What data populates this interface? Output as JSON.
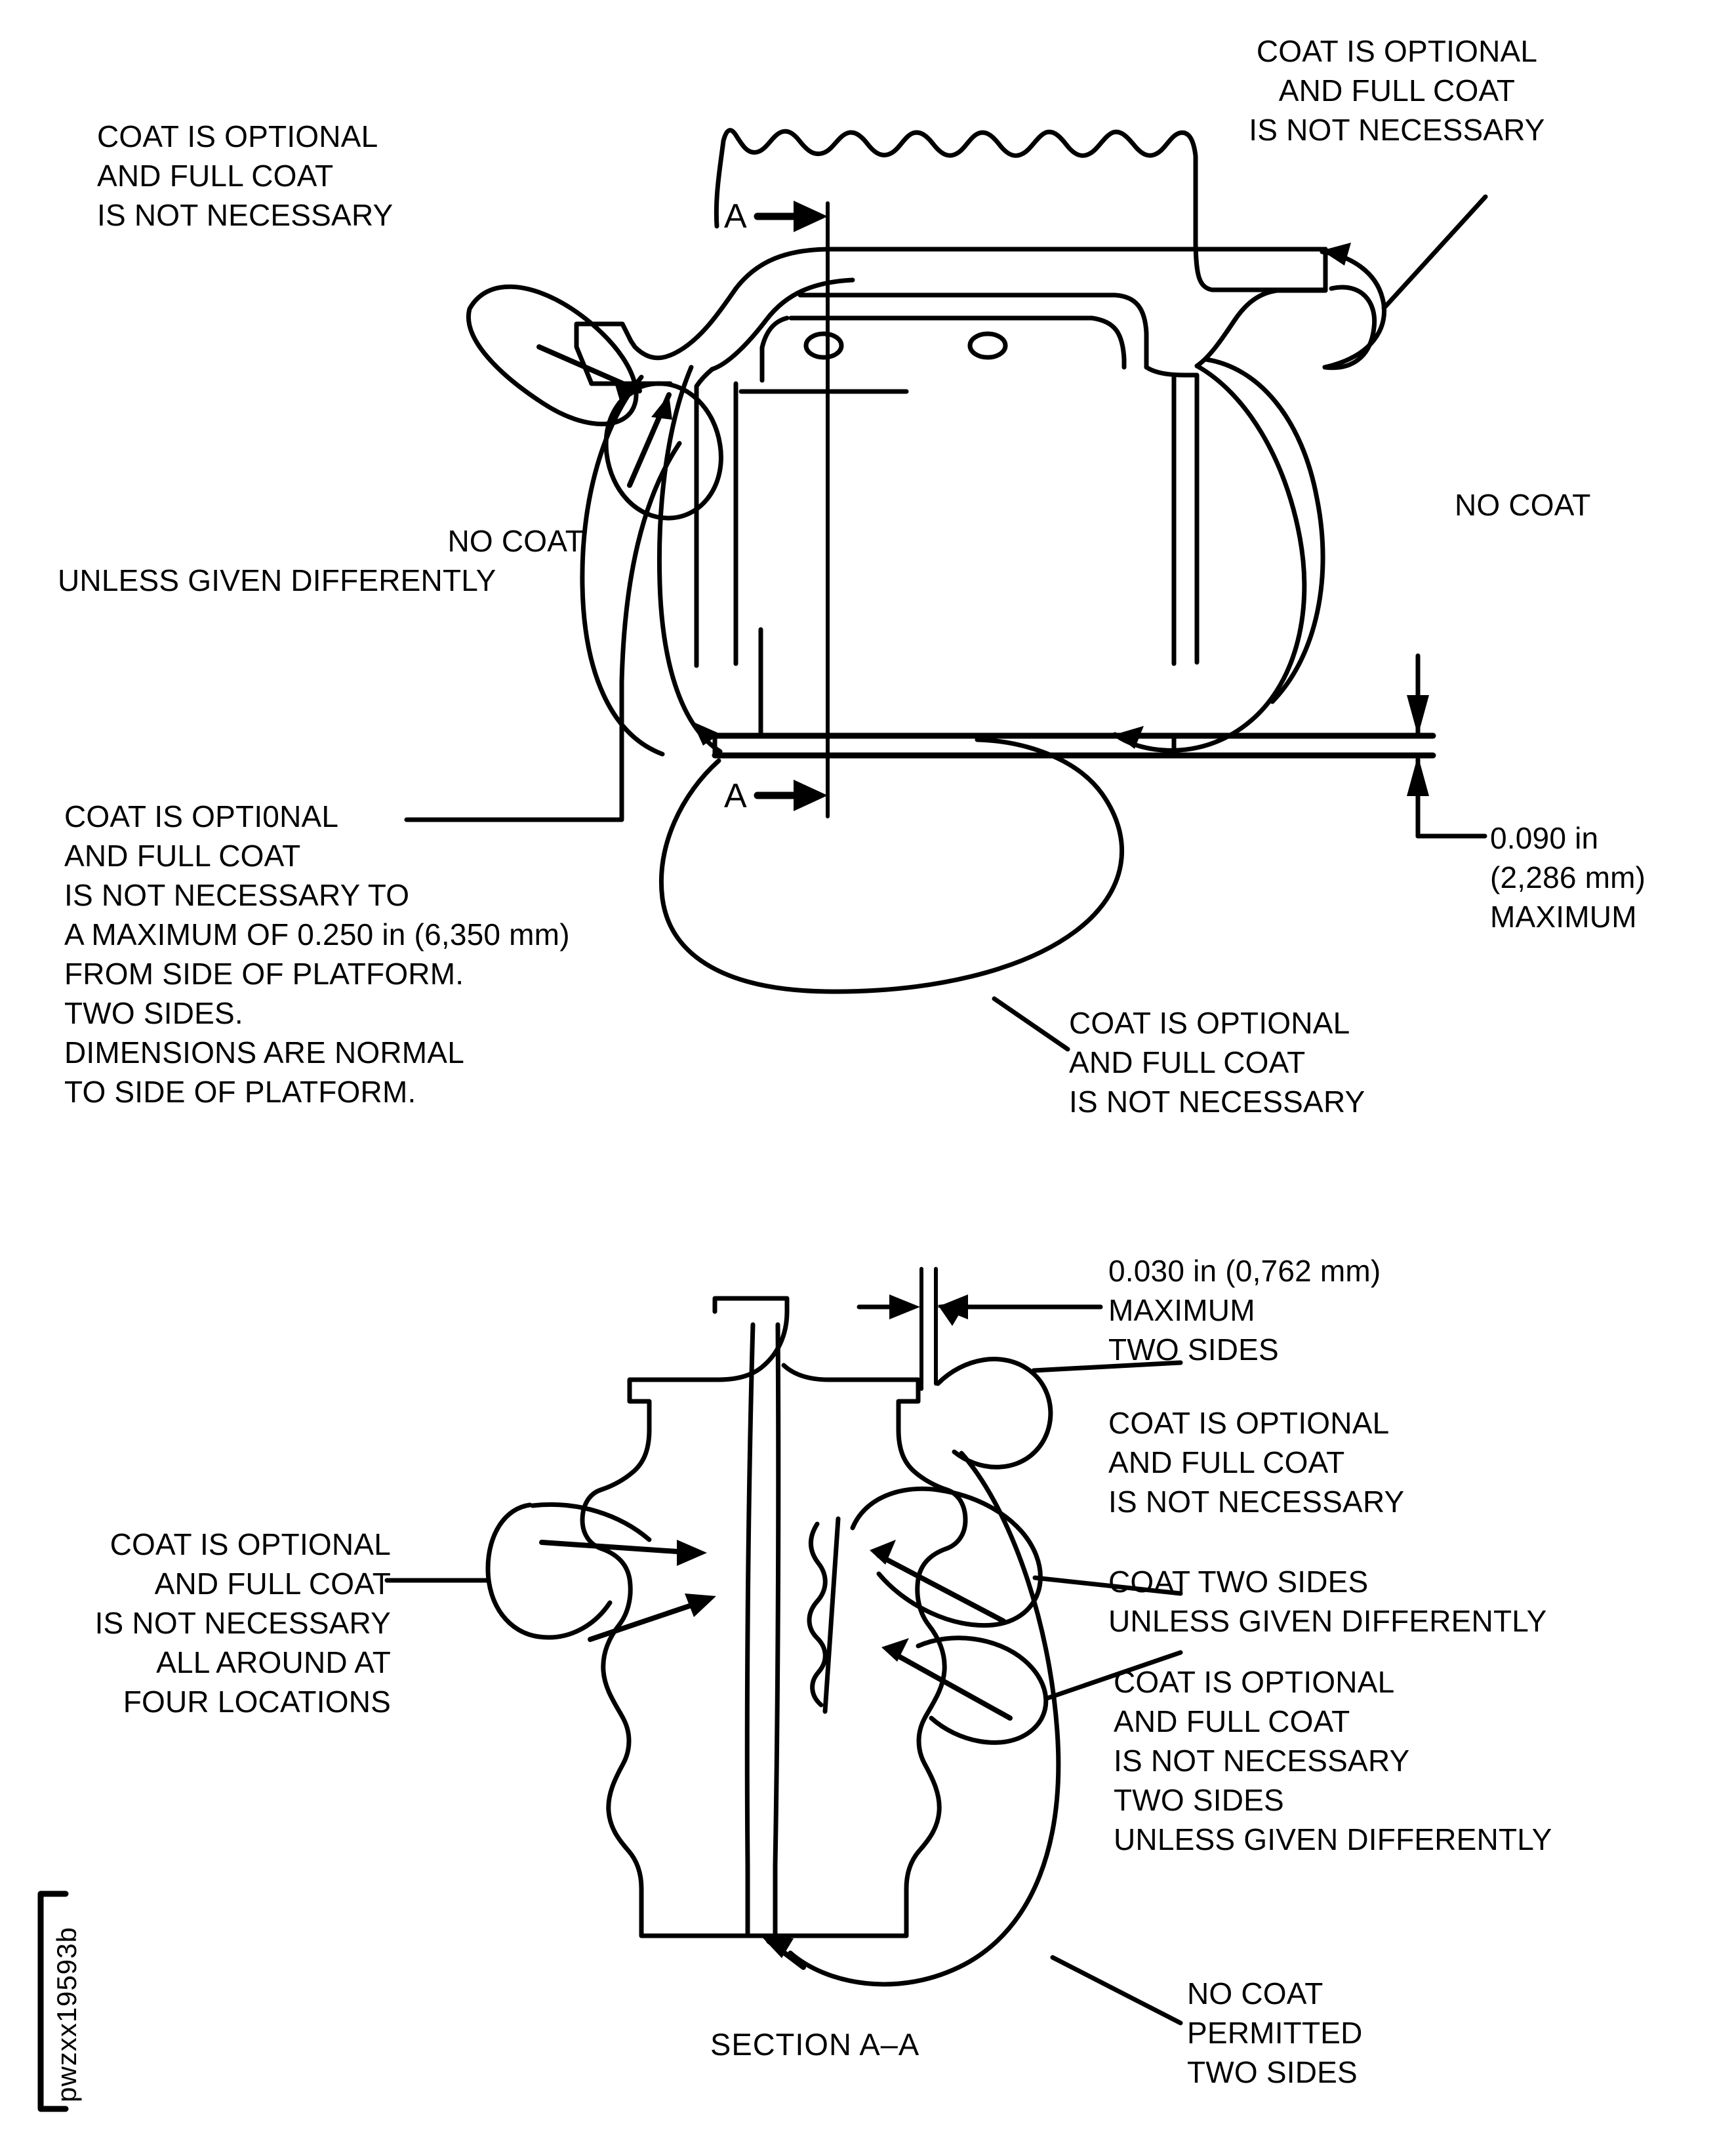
{
  "drawing": {
    "number": "pwzxx19593b",
    "section_label": "SECTION A–A",
    "section_marker_letter_top": "A",
    "section_marker_letter_bottom": "A"
  },
  "top_view": {
    "callouts": {
      "top_left": "COAT IS OPTIONAL\nAND FULL COAT\nIS NOT NECESSARY",
      "top_right": "COAT IS OPTIONAL\nAND FULL COAT\nIS NOT NECESSARY",
      "mid_left_line1": "NO COAT",
      "mid_left_line2": "UNLESS GIVEN DIFFERENTLY",
      "right": "NO COAT",
      "lower_left": "COAT IS OPTI0NAL\nAND FULL COAT\nIS NOT NECESSARY TO\nA MAXIMUM OF 0.250 in (6,350 mm)\nFROM SIDE OF PLATFORM.\nTWO SIDES.\nDIMENSIONS ARE NORMAL\nTO SIDE OF PLATFORM.",
      "bottom_center": "COAT IS OPTIONAL\nAND FULL COAT\nIS NOT NECESSARY"
    },
    "dimension_right": "0.090 in\n(2,286 mm)\nMAXIMUM"
  },
  "section_view": {
    "dimension_top": "0.030 in (0,762 mm)\nMAXIMUM\nTWO SIDES",
    "callouts": {
      "left": "COAT IS OPTIONAL\nAND FULL COAT\nIS NOT NECESSARY\nALL AROUND AT\nFOUR LOCATIONS",
      "right_1": "COAT IS OPTIONAL\nAND FULL COAT\nIS NOT NECESSARY",
      "right_2": "COAT TWO SIDES\nUNLESS GIVEN DIFFERENTLY",
      "right_3": "COAT IS OPTIONAL\nAND FULL COAT\nIS NOT NECESSARY\nTWO SIDES\nUNLESS GIVEN DIFFERENTLY",
      "bottom_right": "NO COAT\nPERMITTED\nTWO SIDES"
    }
  },
  "colors": {
    "ink": "#000000",
    "background": "#ffffff"
  }
}
